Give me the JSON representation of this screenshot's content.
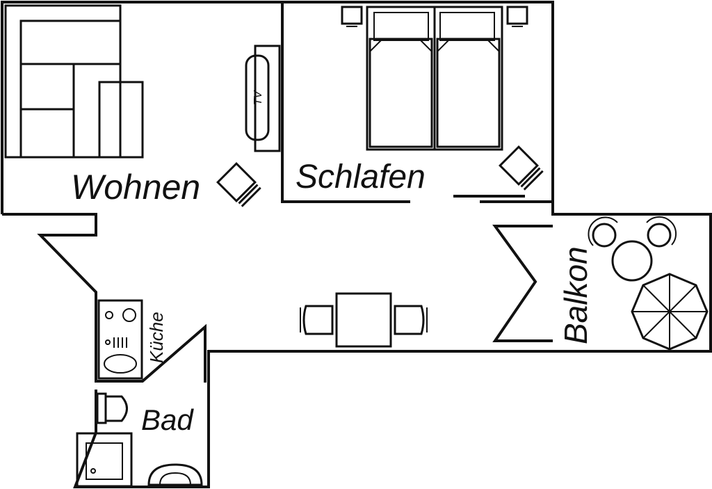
{
  "rooms": {
    "living": "Wohnen",
    "bedroom": "Schlafen",
    "kitchen": "Küche",
    "bathroom": "Bad",
    "balcony": "Balkon"
  },
  "furniture": {
    "tv_label": "TV"
  },
  "colors": {
    "line": "#111111",
    "background": "#ffffff"
  }
}
